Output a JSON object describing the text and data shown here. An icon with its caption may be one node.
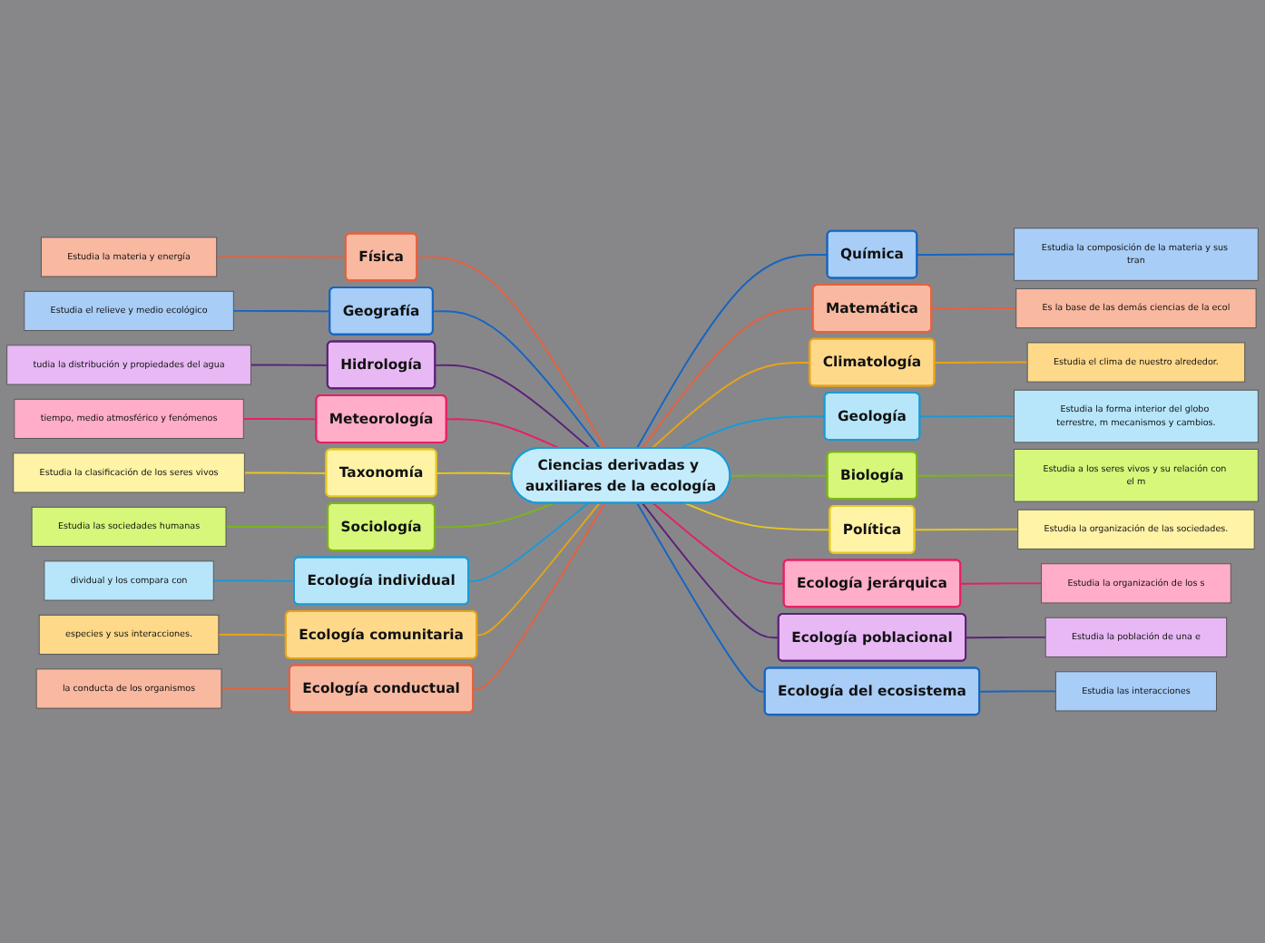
{
  "diagram": {
    "nodes": [
      {
        "text": [
          "Ciencias derivadas y auxiliares de la ecología"
        ]
      },
      {
        "text": [
          "Física"
        ]
      },
      {
        "text": [
          "Estudia la materia y energía"
        ]
      },
      {
        "text": [
          "Geografía"
        ]
      },
      {
        "text": [
          "Estudia el relieve y medio ecológico"
        ]
      },
      {
        "text": [
          "Hidrología"
        ]
      },
      {
        "text": [
          "tudia la distribución y propiedades del agua"
        ]
      },
      {
        "text": [
          "Meteorología"
        ]
      },
      {
        "text": [
          "tiempo, medio atmosférico y fenómenos"
        ]
      },
      {
        "text": [
          "Taxonomía"
        ]
      },
      {
        "text": [
          "Estudia la clasificación de los seres vivos"
        ]
      },
      {
        "text": [
          "Sociología"
        ]
      },
      {
        "text": [
          "Estudia las sociedades humanas"
        ]
      },
      {
        "text": [
          "Ecología individual"
        ]
      },
      {
        "text": [
          "dividual y los compara con"
        ]
      },
      {
        "text": [
          "Ecología comunitaria"
        ]
      },
      {
        "text": [
          "especies y sus interacciones."
        ]
      },
      {
        "text": [
          "Ecología conductual"
        ]
      },
      {
        "text": [
          "la conducta de los organismos"
        ]
      },
      {
        "text": [
          "Química"
        ]
      },
      {
        "text": [
          "Estudia la composición de la materia y sus tran"
        ]
      },
      {
        "text": [
          "Matemática"
        ]
      },
      {
        "text": [
          "Es la base de las demás ciencias de la ecol"
        ]
      },
      {
        "text": [
          "Climatología"
        ]
      },
      {
        "text": [
          "Estudia el clima de nuestro alrededor."
        ]
      },
      {
        "text": [
          "Geología"
        ]
      },
      {
        "text": [
          "Estudia la forma interior del globo terrestre, m mecanismos y cambios."
        ]
      },
      {
        "text": [
          "Biología"
        ]
      },
      {
        "text": [
          "Estudia a los seres vivos y su relación con el m"
        ]
      },
      {
        "text": [
          "Política"
        ]
      },
      {
        "text": [
          "Estudia la organización de las sociedades."
        ]
      },
      {
        "text": [
          "Ecología jerárquica"
        ]
      },
      {
        "text": [
          "Estudia la organización de los s"
        ]
      },
      {
        "text": [
          "Ecología poblacional"
        ]
      },
      {
        "text": [
          "Estudia la población de una e"
        ]
      },
      {
        "text": [
          "Ecología del ecosistema"
        ]
      },
      {
        "text": [
          "Estudia las interacciones"
        ]
      }
    ],
    "edges": [
      {
        "from": 2,
        "to": 1,
        "arrow": "none",
        "color": "#e8603c"
      },
      {
        "from": 1,
        "to": 0,
        "arrow": "none",
        "color": "#e8603c"
      },
      {
        "from": 4,
        "to": 3,
        "arrow": "none",
        "color": "#1565c0"
      },
      {
        "from": 3,
        "to": 0,
        "arrow": "none",
        "color": "#1565c0"
      },
      {
        "from": 6,
        "to": 5,
        "arrow": "none",
        "color": "#5b2278"
      },
      {
        "from": 5,
        "to": 0,
        "arrow": "none",
        "color": "#5b2278"
      },
      {
        "from": 8,
        "to": 7,
        "arrow": "none",
        "color": "#e91e63"
      },
      {
        "from": 7,
        "to": 0,
        "arrow": "none",
        "color": "#e91e63"
      },
      {
        "from": 10,
        "to": 9,
        "arrow": "none",
        "color": "#e8c81f"
      },
      {
        "from": 9,
        "to": 0,
        "arrow": "none",
        "color": "#e8c81f"
      },
      {
        "from": 12,
        "to": 11,
        "arrow": "none",
        "color": "#7cb518"
      },
      {
        "from": 11,
        "to": 0,
        "arrow": "none",
        "color": "#7cb518"
      },
      {
        "from": 14,
        "to": 13,
        "arrow": "none",
        "color": "#1a9ad6"
      },
      {
        "from": 13,
        "to": 0,
        "arrow": "none",
        "color": "#1a9ad6"
      },
      {
        "from": 16,
        "to": 15,
        "arrow": "none",
        "color": "#e8a317"
      },
      {
        "from": 15,
        "to": 0,
        "arrow": "none",
        "color": "#e8a317"
      },
      {
        "from": 18,
        "to": 17,
        "arrow": "none",
        "color": "#e8603c"
      },
      {
        "from": 17,
        "to": 0,
        "arrow": "none",
        "color": "#e8603c"
      },
      {
        "from": 0,
        "to": 19,
        "arrow": "none",
        "color": "#1565c0"
      },
      {
        "from": 19,
        "to": 20,
        "arrow": "none",
        "color": "#1565c0"
      },
      {
        "from": 0,
        "to": 21,
        "arrow": "none",
        "color": "#e8603c"
      },
      {
        "from": 21,
        "to": 22,
        "arrow": "none",
        "color": "#e8603c"
      },
      {
        "from": 0,
        "to": 23,
        "arrow": "none",
        "color": "#e8a317"
      },
      {
        "from": 23,
        "to": 24,
        "arrow": "none",
        "color": "#e8a317"
      },
      {
        "from": 0,
        "to": 25,
        "arrow": "none",
        "color": "#1a9ad6"
      },
      {
        "from": 25,
        "to": 26,
        "arrow": "none",
        "color": "#1a9ad6"
      },
      {
        "from": 0,
        "to": 27,
        "arrow": "none",
        "color": "#7cb518"
      },
      {
        "from": 27,
        "to": 28,
        "arrow": "none",
        "color": "#7cb518"
      },
      {
        "from": 0,
        "to": 29,
        "arrow": "none",
        "color": "#e8c81f"
      },
      {
        "from": 29,
        "to": 30,
        "arrow": "none",
        "color": "#e8c81f"
      },
      {
        "from": 0,
        "to": 31,
        "arrow": "none",
        "color": "#e91e63"
      },
      {
        "from": 31,
        "to": 32,
        "arrow": "none",
        "color": "#e91e63"
      },
      {
        "from": 0,
        "to": 33,
        "arrow": "none",
        "color": "#5b2278"
      },
      {
        "from": 33,
        "to": 34,
        "arrow": "none",
        "color": "#5b2278"
      },
      {
        "from": 0,
        "to": 35,
        "arrow": "none",
        "color": "#1565c0"
      },
      {
        "from": 35,
        "to": 36,
        "arrow": "none",
        "color": "#1565c0"
      }
    ]
  }
}
